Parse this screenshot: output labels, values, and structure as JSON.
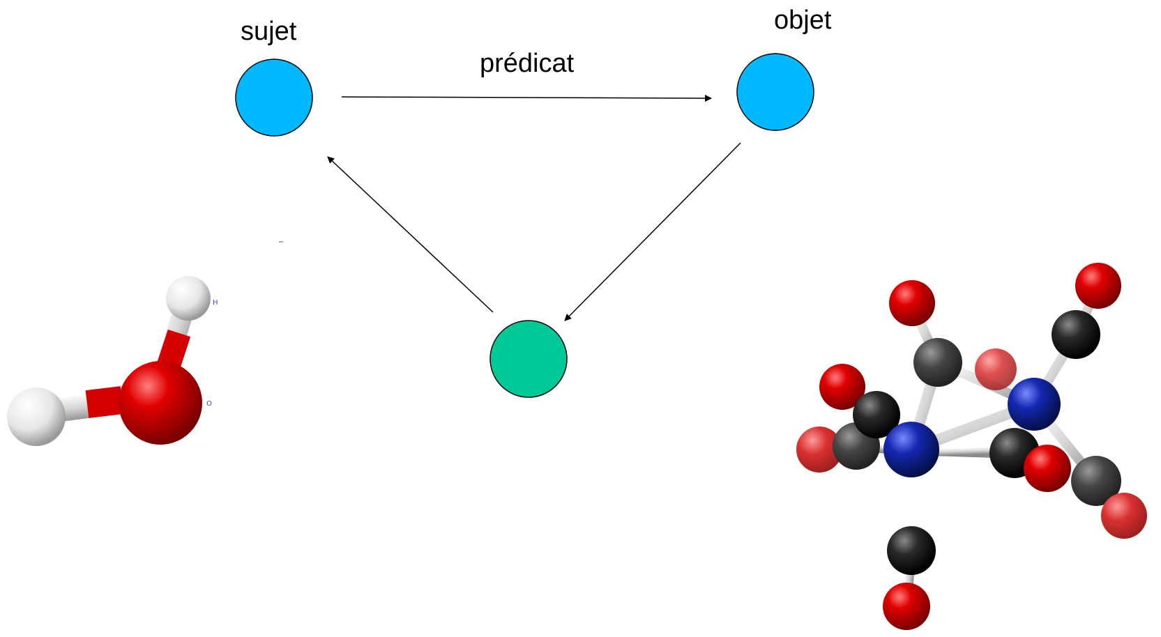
{
  "labels": {
    "subject": "sujet",
    "object": "objet",
    "predicate": "prédicat"
  },
  "water_molecule": {
    "atom_labels": [
      "H",
      "O"
    ]
  },
  "colors": {
    "subject_node": "#00b8ff",
    "object_node": "#00b8ff",
    "third_node": "#00c896",
    "arrow": "#000000",
    "oxygen": "#d40000",
    "hydrogen": "#f0f0f0",
    "carbon": "#1a1a1a",
    "metal": "#1a2a9a",
    "bond": "#d8d8d8"
  }
}
